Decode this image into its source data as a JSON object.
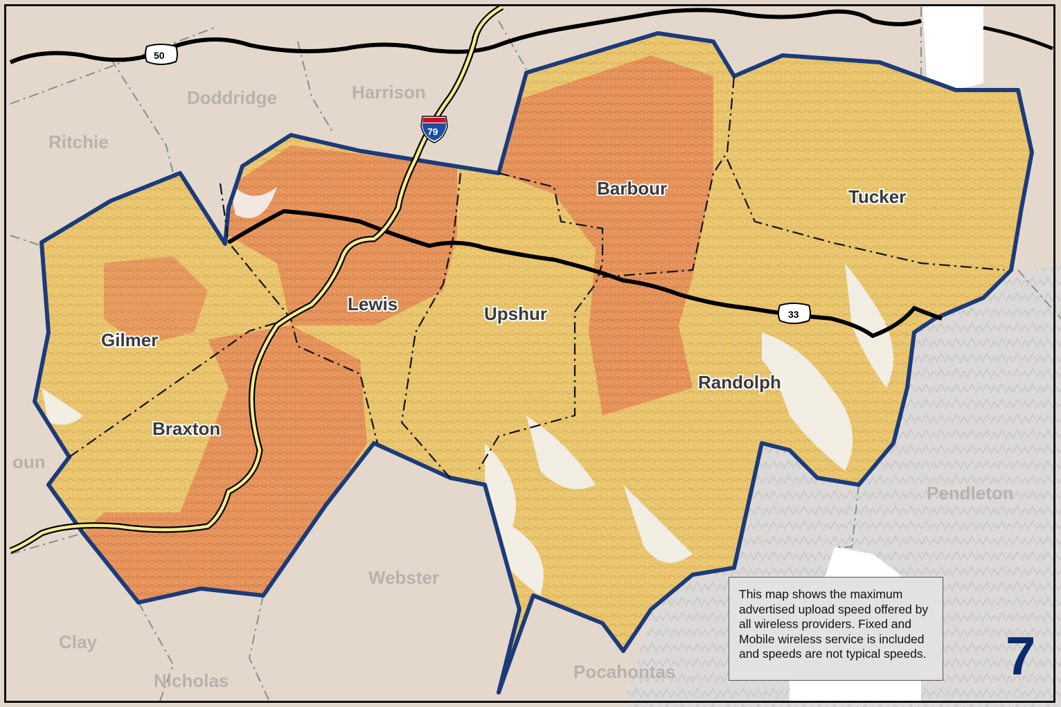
{
  "map": {
    "counties_in_region": [
      "Barbour",
      "Tucker",
      "Lewis",
      "Upshur",
      "Gilmer",
      "Braxton",
      "Randolph"
    ],
    "counties_outside": [
      "Doddridge",
      "Harrison",
      "Ritchie",
      "oun",
      "Webster",
      "Clay",
      "Nicholas",
      "Pocahontas",
      "Pendleton"
    ],
    "highways": {
      "interstate": "79",
      "us_route_north": "50",
      "us_route_south": "33"
    },
    "colors": {
      "background_land": "#e4d8cd",
      "background_mountain": "#dedcda",
      "region_fill_yellow": "#e8c46c",
      "region_fill_orange": "#e4935a",
      "region_border": "#1b3b7a",
      "interstate_line": "#f3ec8f",
      "label_outside": "#b7b2ae",
      "page_number": "#0b2a6b"
    }
  },
  "info_box": {
    "text": "This map shows the maximum advertised upload speed offered by all wireless providers. Fixed and Mobile wireless service is included and speeds are not typical speeds."
  },
  "page_number": "7"
}
